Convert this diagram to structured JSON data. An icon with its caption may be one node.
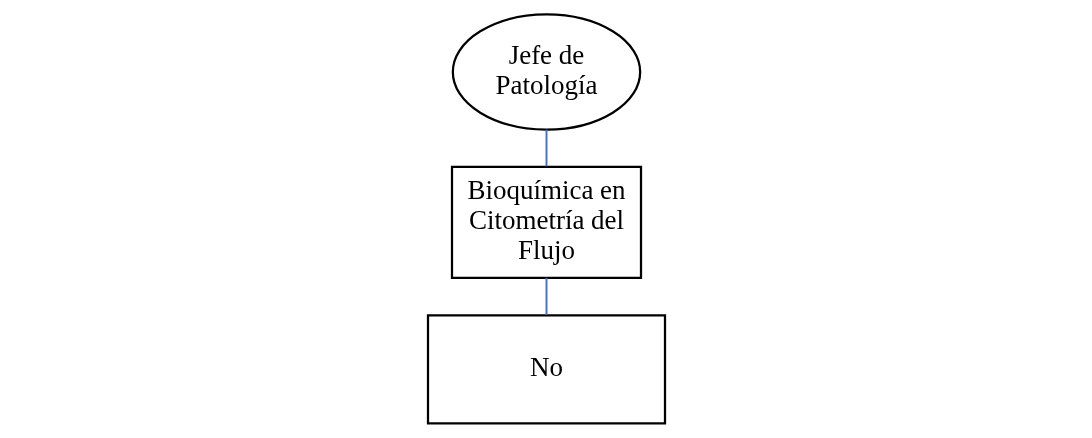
{
  "diagram": {
    "nodes": [
      {
        "text": [
          "Jefe de Patología"
        ]
      },
      {
        "text": [
          "Bioquímica en Citometría del Flujo"
        ]
      },
      {
        "text": [
          "No"
        ]
      }
    ],
    "edges": [
      {
        "from": 0,
        "to": 1,
        "arrow": "none"
      },
      {
        "from": 1,
        "to": 2,
        "arrow": "none"
      }
    ]
  }
}
